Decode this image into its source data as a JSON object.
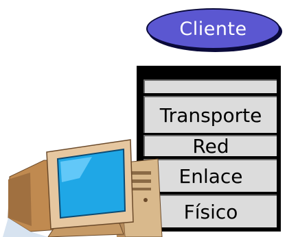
{
  "client": {
    "label": "Cliente",
    "color": "#5b57d1"
  },
  "stack": {
    "layers": [
      {
        "label": "Transporte"
      },
      {
        "label": "Red"
      },
      {
        "label": "Enlace"
      },
      {
        "label": "Físico"
      }
    ],
    "layer_color": "#dcdcdc"
  },
  "computer": {
    "icon": "desktop-computer-icon"
  }
}
